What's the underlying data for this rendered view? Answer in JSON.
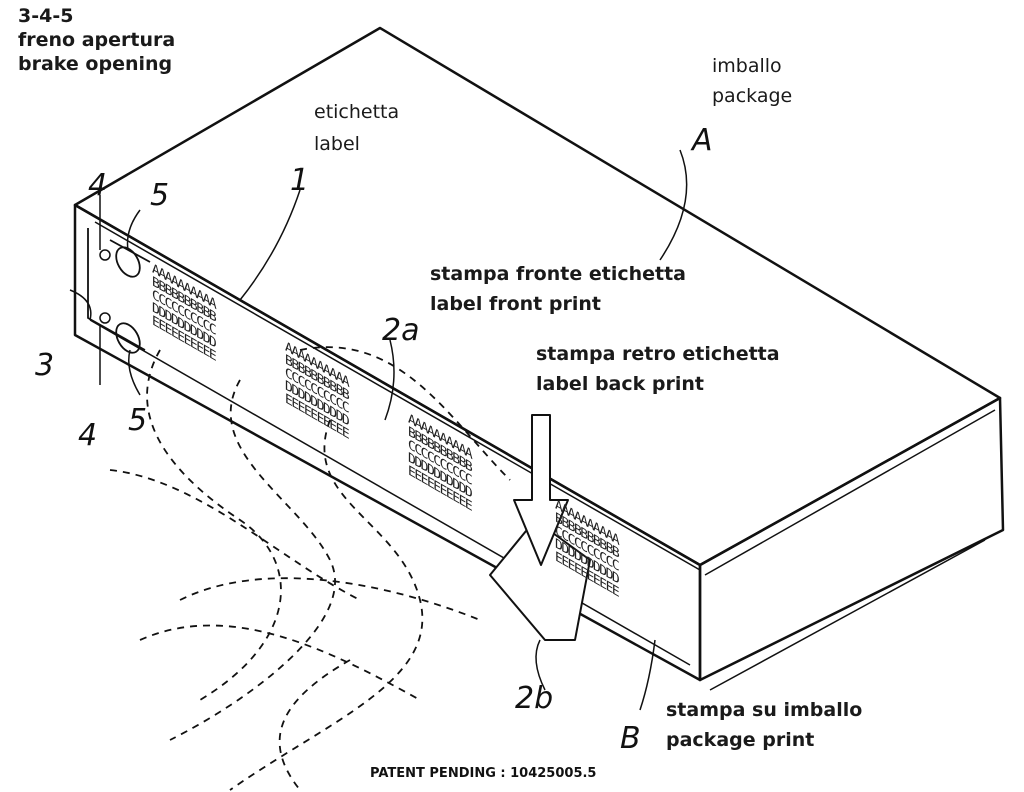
{
  "labels": {
    "brake": {
      "number": "3-4-5",
      "it": "freno apertura",
      "en": "brake opening"
    },
    "label": {
      "it": "etichetta",
      "en": "label"
    },
    "package": {
      "it": "imballo",
      "en": "package"
    },
    "front_print": {
      "it": "stampa fronte etichetta",
      "en": "label front print"
    },
    "back_print": {
      "it": "stampa retro etichetta",
      "en": "label back print"
    },
    "package_print": {
      "it": "stampa su imballo",
      "en": "package print"
    }
  },
  "refs": {
    "r1": "1",
    "r2a": "2a",
    "r2b": "2b",
    "r3": "3",
    "r4a": "4",
    "r4b": "4",
    "r5a": "5",
    "r5b": "5",
    "rA": "A",
    "rB": "B"
  },
  "grid_rows": [
    "AAAAAAAAAA",
    "BBBBBBBBBB",
    "CCCCCCCCCC",
    "DDDDDDDDDD",
    "EEEEEEEEEE"
  ],
  "footer": {
    "patent": "PATENT PENDING  : 10425005.5"
  }
}
